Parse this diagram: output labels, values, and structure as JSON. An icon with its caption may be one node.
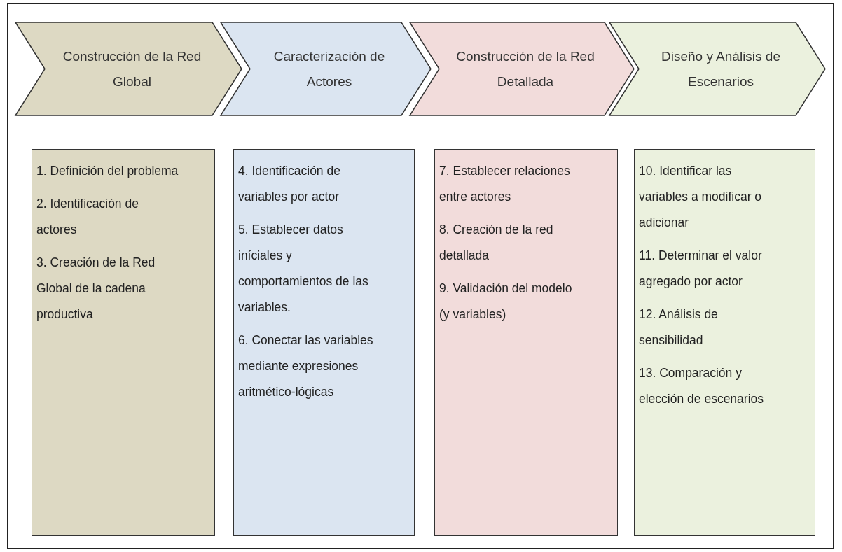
{
  "diagram": {
    "nodes": [
      {
        "text": [
          "Construcción de la Red Global"
        ]
      },
      {
        "text": [
          "Caracterización de Actores"
        ]
      },
      {
        "text": [
          "Construcción de la Red Detallada"
        ]
      },
      {
        "text": [
          "Diseño y Análisis de Escenarios"
        ]
      },
      {
        "text": [
          "1. Definición del problema",
          "2. Identificación de actores",
          "3. Creación de la Red Global de la cadena productiva"
        ]
      },
      {
        "text": [
          "4. Identificación de variables por actor",
          "5. Establecer datos iníciales y comportamientos de las variables.",
          "6. Conectar las variables mediante expresiones aritmético-lógicas"
        ]
      },
      {
        "text": [
          "7. Establecer relaciones entre actores",
          "8. Creación de la red detallada",
          "9. Validación del modelo (y variables)"
        ]
      },
      {
        "text": [
          "10. Identificar las variables a modificar o adicionar",
          "11. Determinar el valor agregado por actor",
          "12. Análisis de sensibilidad",
          "13. Comparación y elección de escenarios"
        ]
      }
    ]
  }
}
